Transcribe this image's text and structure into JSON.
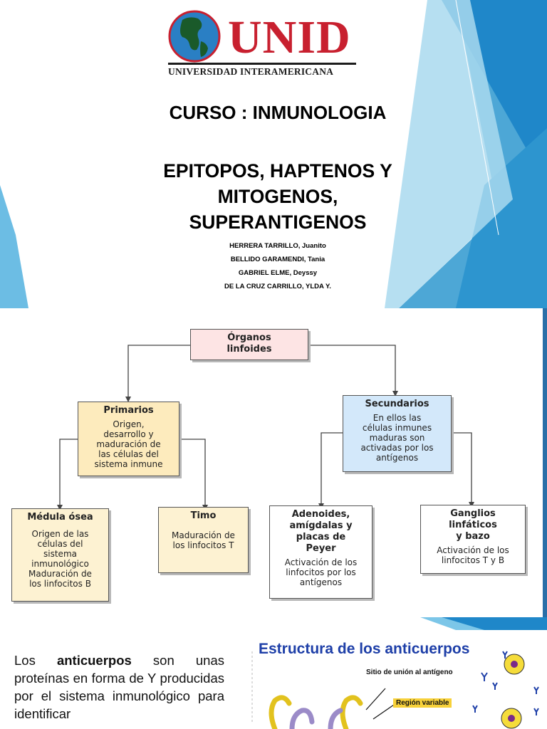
{
  "slide1": {
    "logo_text": "UNID",
    "logo_subtitle": "UNIVERSIDAD INTERAMERICANA",
    "course": "CURSO : INMUNOLOGIA",
    "topic_lines": [
      "EPITOPOS, HAPTENOS Y",
      "MITOGENOS,",
      "SUPERANTIGENOS"
    ],
    "authors": [
      "HERRERA TARRILLO, Juanito",
      "BELLIDO GARAMENDI, Tania",
      "GABRIEL ELME, Deyssy",
      "DE LA CRUZ CARRILLO, YLDA Y."
    ],
    "colors": {
      "accent_dark": "#1f87c9",
      "accent_light": "#7cc6e8",
      "logo_red": "#c8202f"
    }
  },
  "slide2": {
    "root": {
      "title_lines": [
        "Órganos",
        "linfoides"
      ]
    },
    "primarios": {
      "title": "Primarios",
      "body_lines": [
        "Origen,",
        "desarrollo y",
        "maduración de",
        "las células del",
        "sistema inmune"
      ]
    },
    "secundarios": {
      "title": "Secundarios",
      "body_lines": [
        "En ellos las",
        "células inmunes",
        "maduras son",
        "activadas por los",
        "antígenos"
      ]
    },
    "medula": {
      "title": "Médula ósea",
      "body_lines": [
        "Origen de las",
        "células del",
        "sistema",
        "inmunológico",
        "Maduración de",
        "los linfocitos B"
      ]
    },
    "timo": {
      "title": "Timo",
      "body_lines": [
        "Maduración de",
        "los linfocitos T"
      ]
    },
    "adenoides": {
      "title_lines": [
        "Adenoides,",
        "amígdalas y",
        "placas de",
        "Peyer"
      ],
      "body_lines": [
        "Activación de los",
        "linfocitos por los",
        "antígenos"
      ]
    },
    "ganglios": {
      "title_lines": [
        "Ganglios",
        "linfáticos",
        "y bazo"
      ],
      "body_lines": [
        "Activación de los",
        "linfocitos T y B"
      ]
    }
  },
  "slide3": {
    "para_prefix": "Los ",
    "para_bold": "anticuerpos",
    "para_rest": " son unas proteínas en forma de Y producidas por el sistema inmunológico para identificar",
    "illus_title": "Estructura de los anticuerpos",
    "label_binding": "Sitio de unión al antígeno",
    "label_variable": "Región variable"
  }
}
